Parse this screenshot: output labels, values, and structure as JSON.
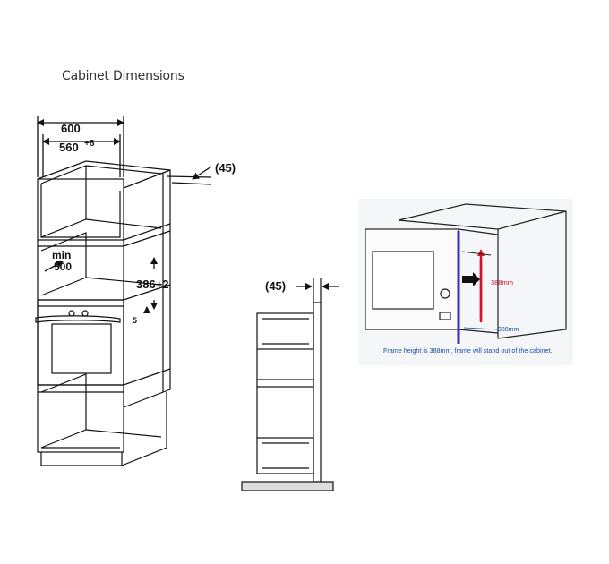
{
  "page": {
    "title": "Cabinet Dimensions"
  },
  "tall_cabinet": {
    "width": "600",
    "inner_width": "560",
    "inner_width_tol": "+8",
    "depth_gap": "(45)",
    "min_label": "min",
    "min_value": "500",
    "niche_height": "386+2",
    "small_gap": "5"
  },
  "side_view": {
    "gap": "(45)"
  },
  "microwave": {
    "frame_label": "388mm",
    "width_label": "388mm",
    "caption": "Frame height is 388mm, frame will stand out of the cabinet.",
    "colors": {
      "frame": "#3a2fb8",
      "arrow": "#d0142c",
      "caption": "#1a4fa8"
    }
  }
}
